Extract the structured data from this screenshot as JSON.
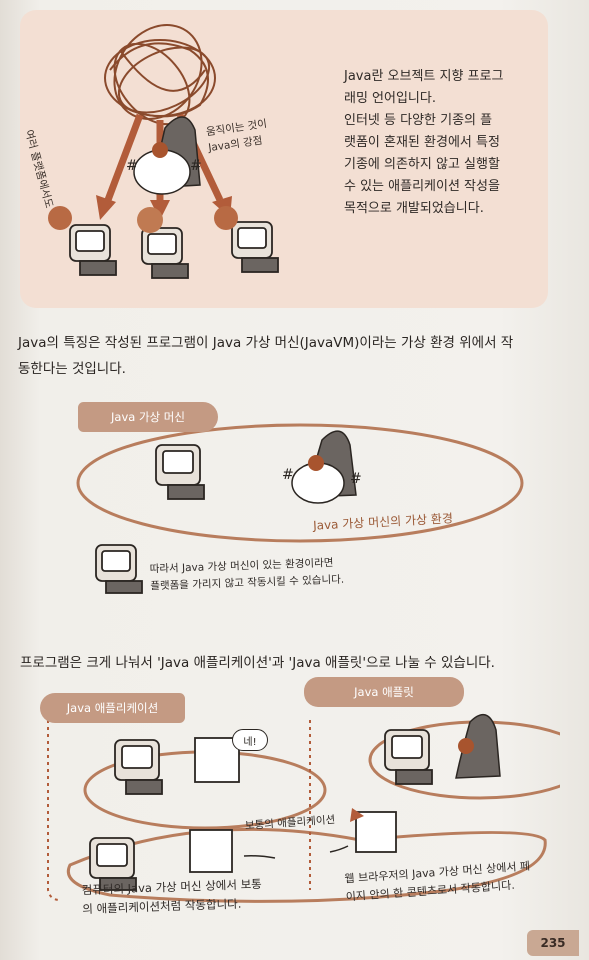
{
  "top": {
    "annot_left": "여러 플랫폼에서도",
    "annot_mid": [
      "움직이는 것이",
      "Java의 강점"
    ],
    "intro": [
      "Java란 오브젝트 지향 프로그",
      "래밍 언어입니다.",
      "인터넷 등 다양한 기종의 플",
      "랫폼이 혼재된 환경에서 특정",
      "기종에 의존하지 않고 실행할",
      "수 있는 애플리케이션 작성을",
      "목적으로 개발되었습니다."
    ]
  },
  "para1": [
    "Java의 특징은 작성된 프로그램이 Java 가상 머신(JavaVM)이라는 가상 환경 위에서 작",
    "동한다는 것입니다."
  ],
  "vm": {
    "pill": "Java 가상 머신",
    "env_label": "Java 가상 머신의 가상 환경",
    "note": [
      "따라서 Java 가상 머신이 있는 환경이라면",
      "플랫폼을 가리지 않고 작동시킬 수 있습니다."
    ]
  },
  "para2": "프로그램은 크게 나눠서 'Java 애플리케이션'과 'Java 애플릿'으로 나눌 수 있습니다.",
  "bottom": {
    "app_pill": "Java 애플리케이션",
    "applet_pill": "Java 애플릿",
    "speech": "네!",
    "normal_app": "보통의 애플리케이션",
    "note_left": [
      "컴퓨터의 Java 가상 머신 상에서 보통",
      "의 애플리케이션처럼 작동합니다."
    ],
    "note_right": [
      "웹 브라우저의 Java 가상 머신 상에서 페",
      "이지 안의 한 콘텐츠로서 작동합니다."
    ]
  },
  "page_number": "235"
}
